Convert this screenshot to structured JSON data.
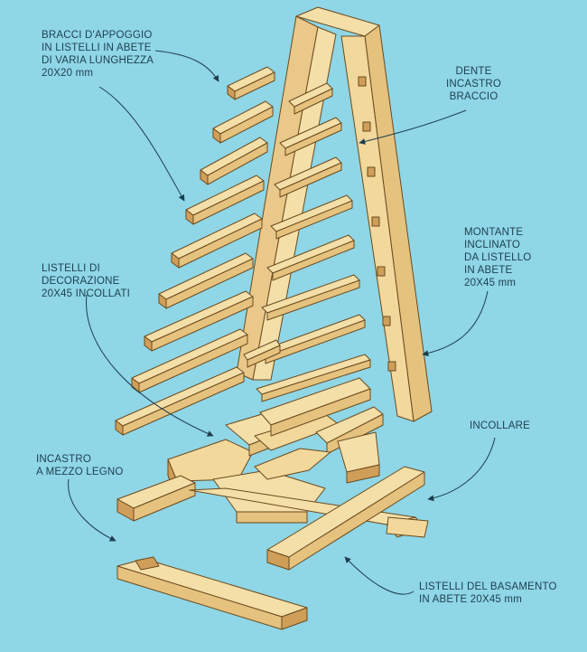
{
  "colors": {
    "background": "#8fd6e6",
    "wood_top": "#f4dfa8",
    "wood_side": "#e5c27e",
    "wood_dark": "#cf9f59",
    "outline": "#6b4a1e",
    "leader": "#1d3f50"
  },
  "labels": {
    "arms": "BRACCI D'APPOGGIO\nIN LISTELLI IN ABETE\nDI VARIA LUNGHEZZA\n20X20 mm",
    "notch": "DENTE\nINCASTRO\nBRACCIO",
    "upright": "MONTANTE\nINCLINATO\nDA LISTELLO\nIN ABETE\n20X45 mm",
    "decor": "LISTELLI DI\nDECORAZIONE\n20X45 INCOLLATI",
    "glue": "INCOLLARE",
    "halflap": "INCASTRO\nA MEZZO LEGNO",
    "base": "LISTELLI DEL BASAMENTO\nIN ABETE 20X45 mm"
  }
}
